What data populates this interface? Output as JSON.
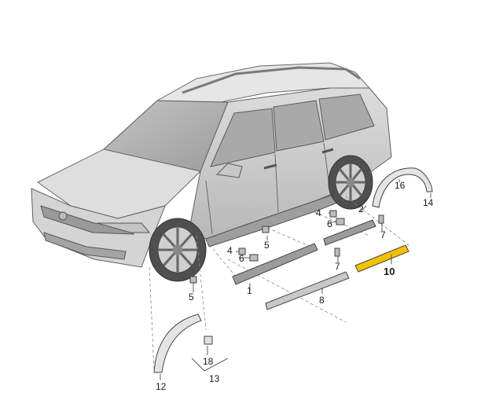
{
  "diagram": {
    "highlight_color": "#f2c200",
    "parts": [
      {
        "id": "p1",
        "number": "1"
      },
      {
        "id": "p2",
        "number": "2"
      },
      {
        "id": "p4a",
        "number": "4"
      },
      {
        "id": "p4b",
        "number": "4"
      },
      {
        "id": "p5a",
        "number": "5"
      },
      {
        "id": "p5b",
        "number": "5"
      },
      {
        "id": "p6a",
        "number": "6"
      },
      {
        "id": "p6b",
        "number": "6"
      },
      {
        "id": "p7a",
        "number": "7"
      },
      {
        "id": "p7b",
        "number": "7"
      },
      {
        "id": "p8",
        "number": "8"
      },
      {
        "id": "p10",
        "number": "10",
        "highlighted": true
      },
      {
        "id": "p12",
        "number": "12"
      },
      {
        "id": "p13",
        "number": "13"
      },
      {
        "id": "p14",
        "number": "14"
      },
      {
        "id": "p16",
        "number": "16"
      },
      {
        "id": "p18",
        "number": "18"
      }
    ]
  }
}
